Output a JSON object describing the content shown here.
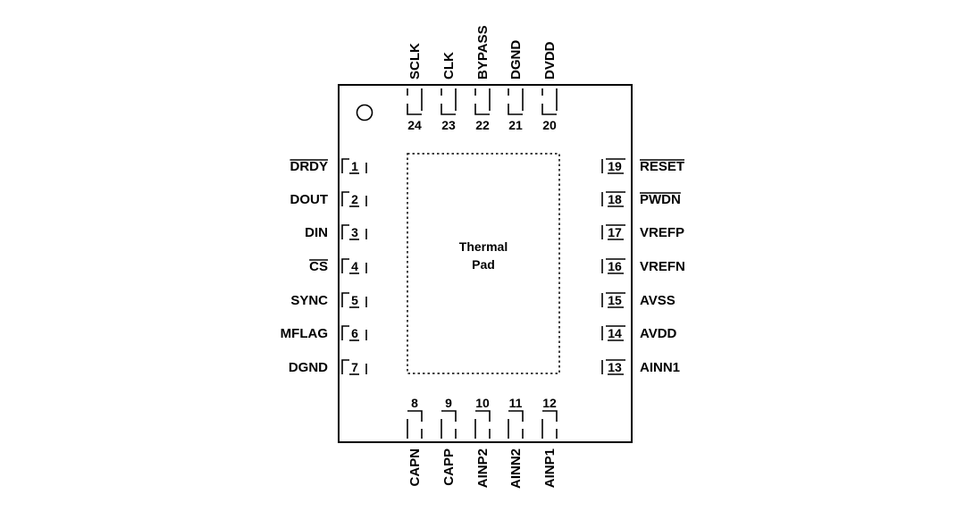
{
  "colors": {
    "ink": "#000000",
    "background": "#ffffff"
  },
  "icons": {
    "pin1_marker": "pin-1-orientation-circle-icon"
  },
  "thermal_pad": {
    "line1": "Thermal",
    "line2": "Pad"
  },
  "pins": {
    "left": [
      {
        "number": "1",
        "name": "DRDY",
        "active_low": true
      },
      {
        "number": "2",
        "name": "DOUT",
        "active_low": false
      },
      {
        "number": "3",
        "name": "DIN",
        "active_low": false
      },
      {
        "number": "4",
        "name": "CS",
        "active_low": true
      },
      {
        "number": "5",
        "name": "SYNC",
        "active_low": false
      },
      {
        "number": "6",
        "name": "MFLAG",
        "active_low": false
      },
      {
        "number": "7",
        "name": "DGND",
        "active_low": false
      }
    ],
    "bottom": [
      {
        "number": "8",
        "name": "CAPN",
        "active_low": false
      },
      {
        "number": "9",
        "name": "CAPP",
        "active_low": false
      },
      {
        "number": "10",
        "name": "AINP2",
        "active_low": false
      },
      {
        "number": "11",
        "name": "AINN2",
        "active_low": false
      },
      {
        "number": "12",
        "name": "AINP1",
        "active_low": false
      }
    ],
    "right": [
      {
        "number": "13",
        "name": "AINN1",
        "active_low": false
      },
      {
        "number": "14",
        "name": "AVDD",
        "active_low": false
      },
      {
        "number": "15",
        "name": "AVSS",
        "active_low": false
      },
      {
        "number": "16",
        "name": "VREFN",
        "active_low": false
      },
      {
        "number": "17",
        "name": "VREFP",
        "active_low": false
      },
      {
        "number": "18",
        "name": "PWDN",
        "active_low": true
      },
      {
        "number": "19",
        "name": "RESET",
        "active_low": true
      }
    ],
    "top": [
      {
        "number": "20",
        "name": "DVDD",
        "active_low": false
      },
      {
        "number": "21",
        "name": "DGND",
        "active_low": false
      },
      {
        "number": "22",
        "name": "BYPASS",
        "active_low": false
      },
      {
        "number": "23",
        "name": "CLK",
        "active_low": false
      },
      {
        "number": "24",
        "name": "SCLK",
        "active_low": false
      }
    ]
  }
}
